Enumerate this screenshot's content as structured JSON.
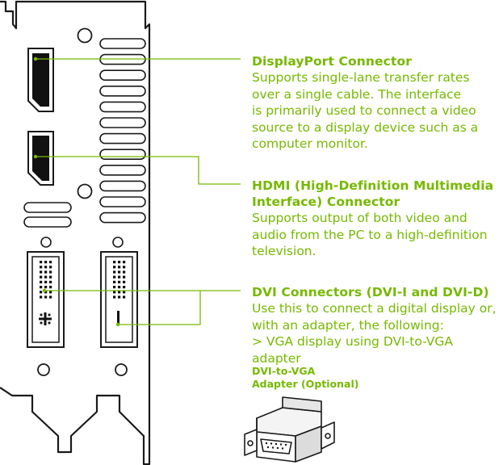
{
  "callouts": {
    "displayport": {
      "title": "DisplayPort Connector",
      "description_lines": [
        "Supports single-lane transfer rates",
        "over a single cable. The interface",
        "is primarily used to connect a video",
        "source to a display device such as a",
        "computer monitor."
      ]
    },
    "hdmi": {
      "title_lines": [
        "HDMI (High-Definition Multimedia",
        "Interface) Connector"
      ],
      "description_lines": [
        "Supports output of both video and",
        "audio from the PC to a high-definition",
        "television."
      ]
    },
    "dvi": {
      "title": "DVI Connectors (DVI-I and DVI-D)",
      "description_lines": [
        "Use this to connect a digital display or,",
        "with an adapter, the following:",
        "> VGA display using DVI-to-VGA adapter"
      ]
    },
    "adapter": {
      "title_lines": [
        "DVI-to-VGA",
        "Adapter (Optional)"
      ]
    }
  },
  "colors": {
    "accent": "#76b900",
    "outline": "#1a1a1a",
    "port_fill": "#111111",
    "background": "#ffffff"
  }
}
